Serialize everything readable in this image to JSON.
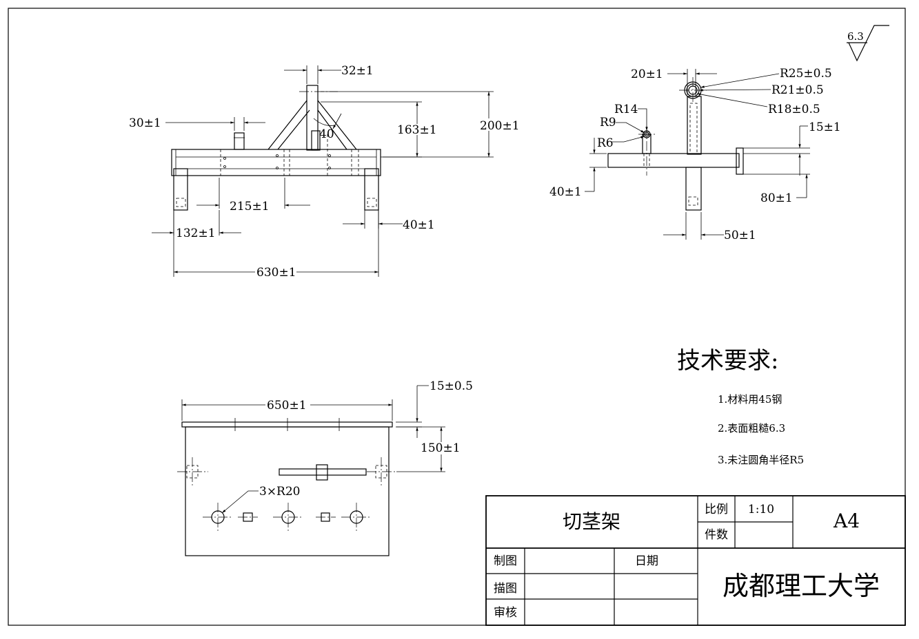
{
  "drawing": {
    "surface_roughness": "6.3",
    "front_view_dims": {
      "d32": "32±1",
      "d30": "30±1",
      "d163": "163±1",
      "d200": "200±1",
      "angle40": "40",
      "d215": "215±1",
      "d132": "132±1",
      "d40": "40±1",
      "d630": "630±1"
    },
    "side_view_dims": {
      "d20": "20±1",
      "r25": "R25±0.5",
      "r21": "R21±0.5",
      "r18": "R18±0.5",
      "r14": "R14",
      "r9": "R9",
      "r6": "R6",
      "d15": "15±1",
      "d40": "40±1",
      "d80": "80±1",
      "d50": "50±1"
    },
    "top_view_dims": {
      "d650": "650±1",
      "d15": "15±0.5",
      "d150": "150±1",
      "holes": "3×R20"
    }
  },
  "requirements": {
    "title": "技术要求:",
    "items": [
      "1.材料用45钢",
      "2.表面粗糙6.3",
      "3.未注圆角半径R5"
    ]
  },
  "title_block": {
    "part_name": "切茎架",
    "scale_label": "比例",
    "scale_value": "1:10",
    "count_label": "件数",
    "count_value": "",
    "sheet_size": "A4",
    "drawn_label": "制图",
    "traced_label": "描图",
    "checked_label": "审核",
    "date_label": "日期",
    "school": "成都理工大学"
  }
}
